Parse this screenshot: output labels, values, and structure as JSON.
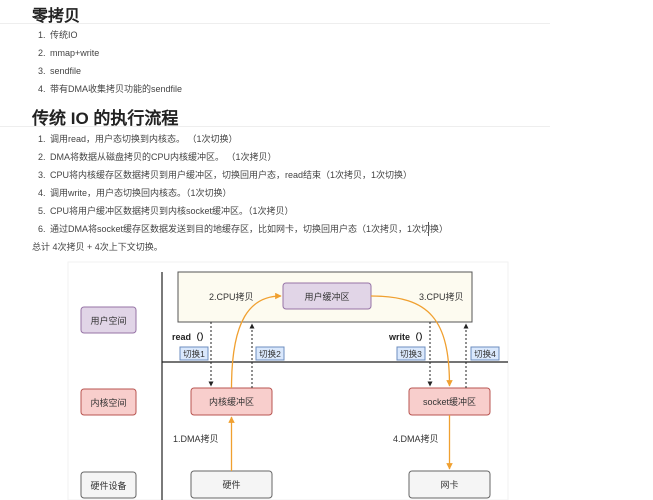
{
  "section1": {
    "title": "零拷贝",
    "items": [
      "传统IO",
      "mmap+write",
      "sendfile",
      "带有DMA收集拷贝功能的sendfile"
    ]
  },
  "section2": {
    "title": "传统 IO 的执行流程",
    "items": [
      "调用read，用户态切换到内核态。 （1次切换）",
      "DMA将数据从磁盘拷贝的CPU内核缓冲区。 （1次拷贝）",
      "CPU将内核缓存区数据拷贝到用户缓冲区，切换回用户态，read结束（1次拷贝，1次切换）",
      "调用write，用户态切换回内核态。（1次切换）",
      "CPU将用户缓冲区数据拷贝到内核socket缓冲区。（1次拷贝）",
      "通过DMA将socket缓存区数据发送到目的地缓存区，比如网卡，切换回用户态（1次拷贝，1次切换）"
    ],
    "summary": "总计 4次拷贝 + 4次上下文切换。"
  },
  "diagram": {
    "layers": {
      "user": "用户空间",
      "kernel": "内核空间",
      "hardware": "硬件设备"
    },
    "boxes": {
      "user_buffer": "用户缓冲区",
      "kernel_buffer": "内核缓冲区",
      "socket_buffer": "socket缓冲区",
      "hardware": "硬件",
      "nic": "网卡"
    },
    "labels": {
      "cpu_copy_2": "2.CPU拷贝",
      "cpu_copy_3": "3.CPU拷贝",
      "dma_copy_1": "1.DMA拷贝",
      "dma_copy_4": "4.DMA拷贝",
      "read": "read（）",
      "write": "write（）"
    },
    "switches": [
      "切换1",
      "切换2",
      "切换3",
      "切换4"
    ],
    "colors": {
      "user_fill": "#e1d5e7",
      "user_stroke": "#9673a6",
      "kernel_fill": "#f8cecc",
      "kernel_stroke": "#b85450",
      "hw_fill": "#f5f5f5",
      "hw_stroke": "#666666",
      "region_fill": "#fdfbf0",
      "region_stroke": "#555555",
      "switch_fill": "#dae8fc",
      "switch_stroke": "#6c8ebf",
      "orange": "#f0a030"
    }
  }
}
